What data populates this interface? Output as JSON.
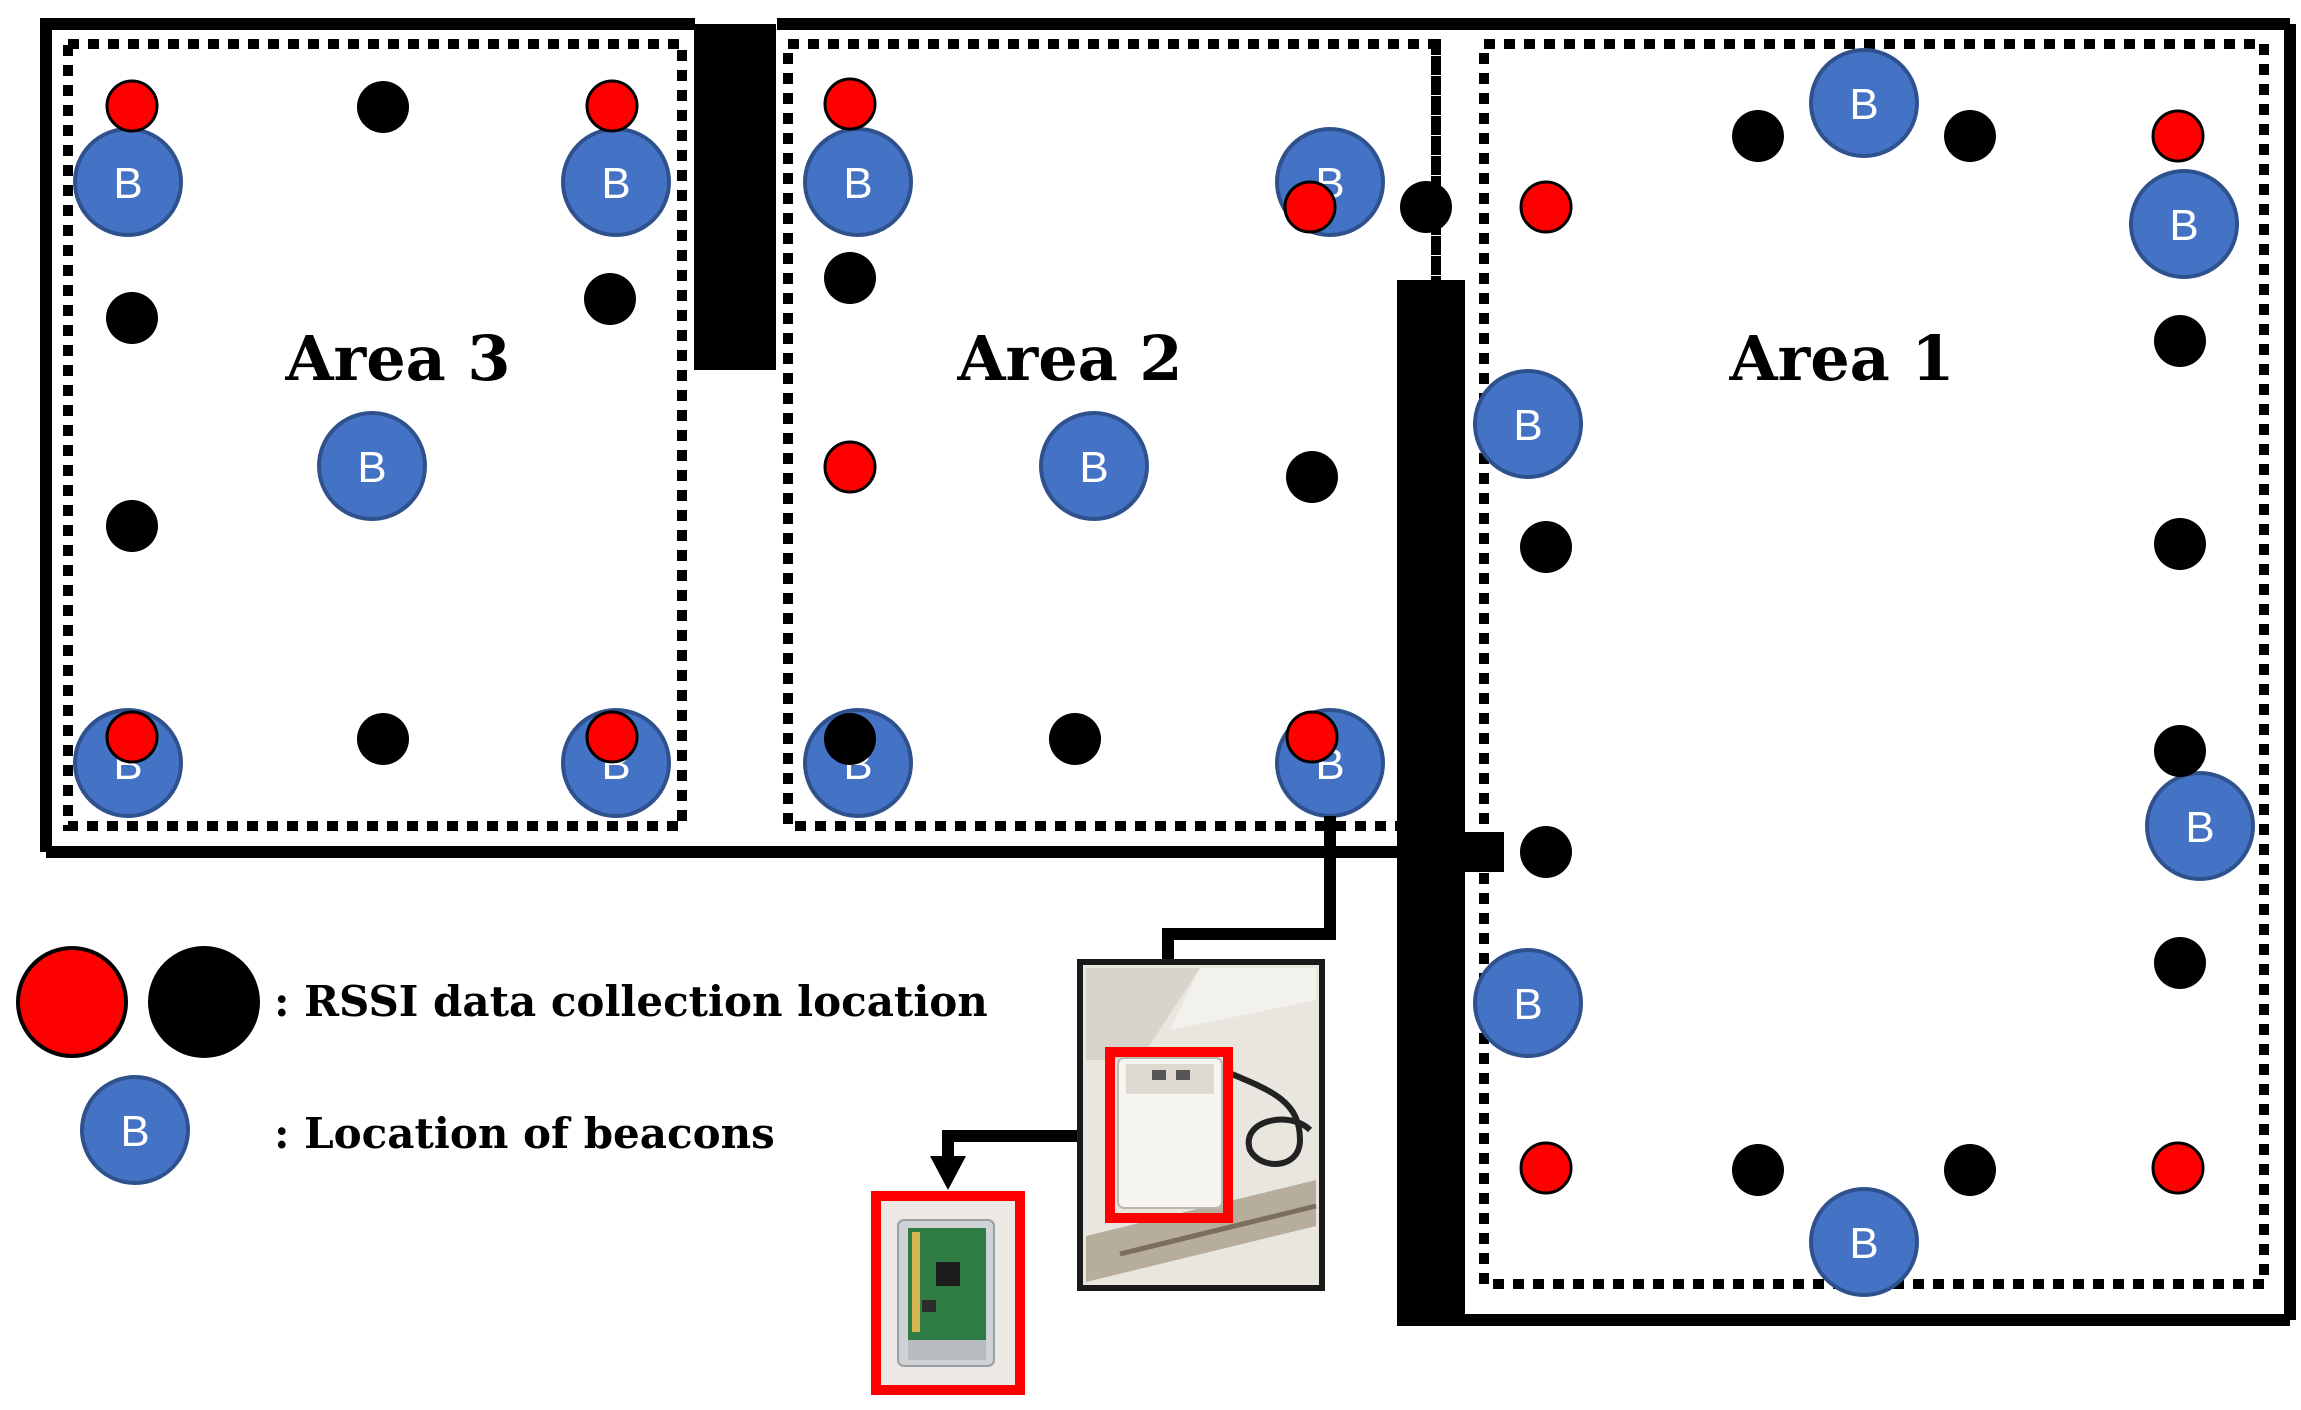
{
  "areas": {
    "area1": "Area 1",
    "area2": "Area 2",
    "area3": "Area 3"
  },
  "beacon_letter": "B",
  "legend": {
    "rssi_text": ": RSSI data collection location",
    "beacon_text": ": Location of beacons"
  },
  "colors": {
    "beacon": "#4472c4",
    "beacon_stroke": "#2f528f",
    "rssi_red": "#ff0000",
    "rssi_black": "#000000",
    "highlight_box": "#ff0000"
  },
  "icons": {
    "receiver_photo": "wall-mounted-receiver-photo",
    "board_photo": "raspberry-pi-board-photo"
  }
}
